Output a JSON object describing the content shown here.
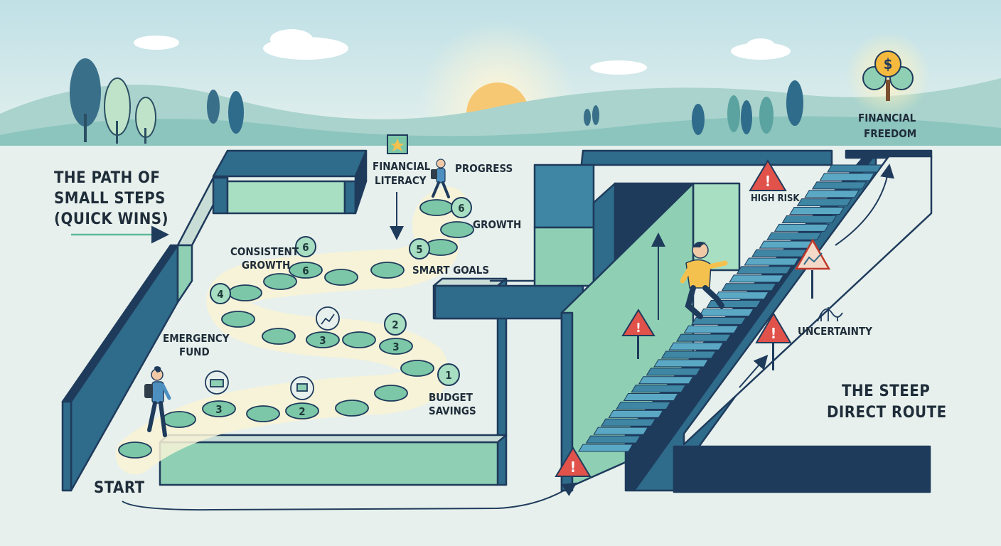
{
  "left_title": [
    "THE PATH OF",
    "SMALL STEPS",
    "(QUICK WINS)"
  ],
  "right_title": [
    "THE STEEP",
    "DIRECT ROUTE"
  ],
  "start_label": "START",
  "goal_label": [
    "FINANCIAL",
    "FREEDOM"
  ],
  "steps": {
    "financial_literacy": [
      "FINANCIAL",
      "LITERACY"
    ],
    "progress": "PROGRESS",
    "growth": "GROWTH",
    "smart_goals": "SMART GOALS",
    "consistent_growth": [
      "CONSISTENT",
      "GROWTH"
    ],
    "emergency_fund": [
      "EMERGENCY",
      "FUND"
    ],
    "budget_savings": [
      "BUDGET",
      "SAVINGS"
    ]
  },
  "risks": {
    "high_risk": "HIGH RISK",
    "uncertainty": "UNCERTAINTY"
  },
  "stone_numbers": {
    "n1": "1",
    "n2a": "2",
    "n2b": "2",
    "n3a": "3",
    "n3b": "3",
    "n3c": "3",
    "n4": "4",
    "n5": "5",
    "n6a": "6",
    "n6b": "6",
    "n6c": "6"
  },
  "colors": {
    "sky": "#cfe6ea",
    "hills": "#8cc4be",
    "wall_dark": "#2f6b8a",
    "wall_light": "#8fd0b4",
    "navy": "#1f3b5c",
    "stone": "#7cc7a7",
    "warning": "#e0524a",
    "sun": "#f7c873"
  }
}
